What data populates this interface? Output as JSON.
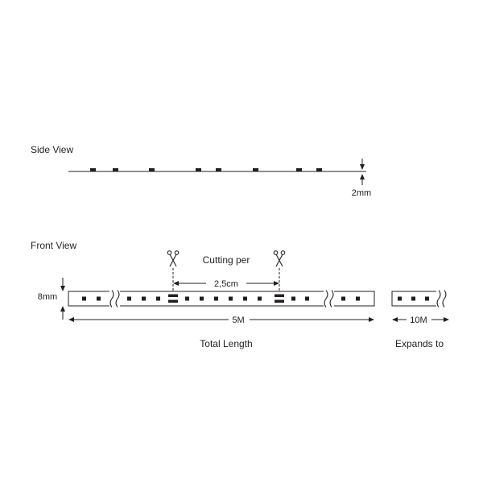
{
  "colors": {
    "line": "#231f20",
    "background": "#ffffff"
  },
  "side_view": {
    "label": "Side View",
    "thickness_dimension": "2mm"
  },
  "front_view": {
    "label": "Front View",
    "cutting_label": "Cutting per",
    "cut_interval_dimension": "2,5cm",
    "height_dimension": "8mm",
    "length_dimension": "5M",
    "length_caption": "Total Length"
  },
  "expanded_view": {
    "length_dimension": "10M",
    "caption": "Expands to"
  }
}
